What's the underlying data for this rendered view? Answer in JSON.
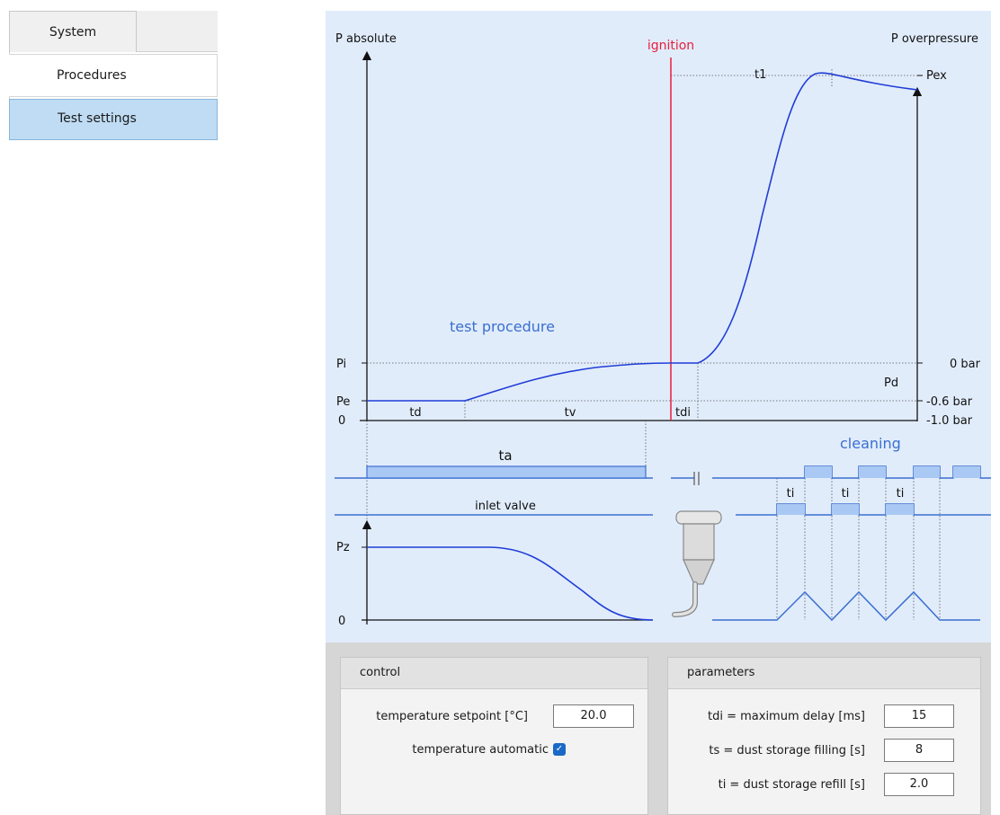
{
  "menu": {
    "tab_label": "System",
    "items": [
      {
        "label": "Procedures",
        "selected": false
      },
      {
        "label": "Test settings",
        "selected": true
      }
    ]
  },
  "diagram": {
    "left_axis_title": "P absolute",
    "right_axis_title": "P overpressure",
    "ignition_label": "ignition",
    "left_ticks": {
      "pi": "Pi",
      "pe": "Pe",
      "zero": "0"
    },
    "right_ticks": {
      "pex": "Pex",
      "zero_bar": "0 bar",
      "pd": "Pd",
      "m06": "-0.6 bar",
      "m10": "-1.0 bar"
    },
    "intervals": {
      "td": "td",
      "tv": "tv",
      "tdi": "tdi",
      "t1": "t1",
      "ta": "ta"
    },
    "test_procedure_label": "test procedure",
    "cleaning_label": "cleaning",
    "inlet_valve_label": "inlet valve",
    "refill_labels": [
      "ti",
      "ti",
      "ti"
    ],
    "pz_label": "Pz",
    "pz_zero": "0",
    "colors": {
      "curve": "#1f3dd6",
      "ignition": "#e8203c",
      "accent": "#3a6fd0",
      "pulse_fill": "#a9c8f4"
    }
  },
  "control": {
    "title": "control",
    "temp_setpoint_label": "temperature setpoint  [°C]",
    "temp_setpoint_value": "20.0",
    "temp_auto_label": "temperature automatic",
    "temp_auto_checked": true
  },
  "parameters": {
    "title": "parameters",
    "rows": [
      {
        "label": "tdi = maximum delay  [ms]",
        "value": "15"
      },
      {
        "label": "ts = dust storage filling  [s]",
        "value": "8"
      },
      {
        "label": "ti = dust storage refill  [s]",
        "value": "2.0"
      }
    ]
  }
}
